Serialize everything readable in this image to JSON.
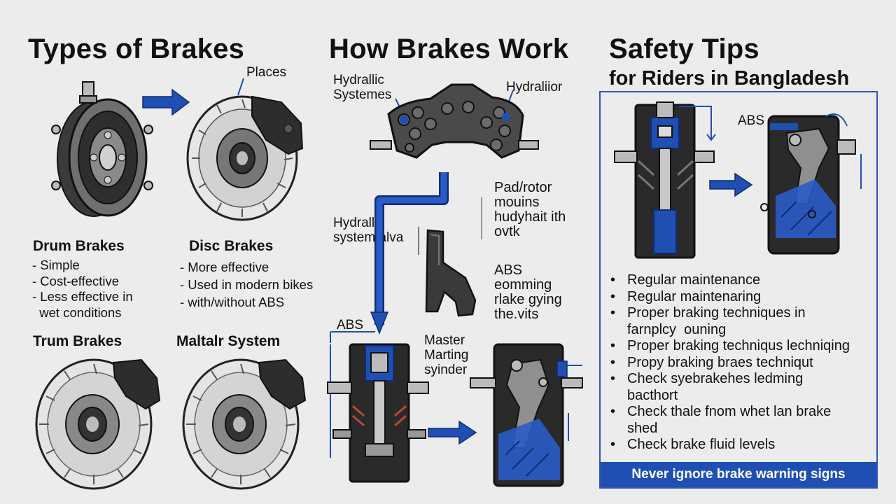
{
  "types": {
    "title": "Types of Brakes",
    "callout_places": "Places",
    "drum": {
      "name": "Drum Brakes",
      "points": [
        "- Simple",
        "- Cost-effective",
        "- Less effective in",
        "  wet conditions"
      ]
    },
    "disc": {
      "name": "Disc Brakes",
      "points": [
        "- More effective",
        "- Used in modern bikes",
        "- with/without ABS"
      ]
    },
    "trum": {
      "name": "Trum Brakes"
    },
    "maltalr": {
      "name": "Maltalr System"
    }
  },
  "how": {
    "title": "How Brakes Work",
    "hydralic_systemes": [
      "Hydrallic",
      "Systemes"
    ],
    "hydraliior": "Hydraliior",
    "pad_rotor": [
      "Pad/rotor",
      "mouins",
      "hudyhait ith",
      "ovtk"
    ],
    "hydralic_systemalva": [
      "Hydrallic",
      "system.alva"
    ],
    "abs_comming": [
      "ABS",
      "eomming",
      "rlake gying",
      "the.vits"
    ],
    "abs": "ABS",
    "master_cylinder": [
      "Master",
      "Marting",
      "syinder"
    ]
  },
  "safety": {
    "title": "Safety Tips",
    "subtitle": "for Riders in Bangladesh",
    "abs_label": "ABS",
    "tips": [
      [
        "Regular maintenance"
      ],
      [
        "Regular maintenaring"
      ],
      [
        "Proper braking techniques in",
        "farnplcy  ouning"
      ],
      [
        "Proper braking techniqus lechniqing"
      ],
      [
        "Propy braking braes techniqut"
      ],
      [
        "Check syebrakehes ledming",
        "bacthort"
      ],
      [
        "Check thale fnom whet lan brake",
        "shed"
      ],
      [
        "Check brake fluid levels"
      ]
    ],
    "banner": "Never ignore brake warning signs"
  },
  "colors": {
    "accent": "#1f4fb2",
    "dark": "#2b2b2b",
    "panel_border": "#2d57b8"
  }
}
